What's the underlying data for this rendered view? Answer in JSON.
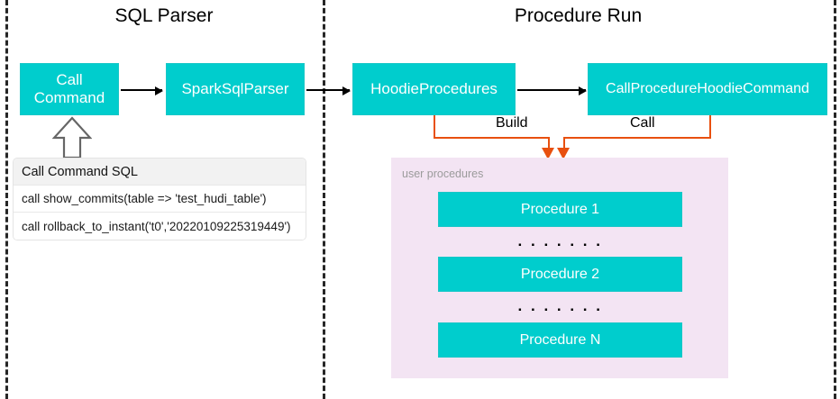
{
  "diagram": {
    "sections": [
      {
        "title": "SQL Parser"
      },
      {
        "title": "Procedure Run"
      }
    ],
    "nodes": {
      "call_command": "Call\nCommand",
      "call_command_line1": "Call",
      "call_command_line2": "Command",
      "spark_sql_parser": "SparkSqlParser",
      "hoodie_procedures": "HoodieProcedures",
      "call_procedure_hoodie_command": "CallProcedureHoodieCommand"
    },
    "edge_labels": {
      "build": "Build",
      "call": "Call"
    },
    "sql_table": {
      "header": "Call Command SQL",
      "rows": [
        "call show_commits(table => 'test_hudi_table')",
        "call rollback_to_instant('t0','20220109225319449')"
      ]
    },
    "user_procedures": {
      "label": "user procedures",
      "items": [
        "Procedure 1",
        "Procedure 2",
        "Procedure N"
      ],
      "ellipsis": ". . . . . . ."
    },
    "colors": {
      "teal": "#00cdcd",
      "orange": "#e8500f",
      "purple_panel": "#f3e4f3",
      "divider": "#262626",
      "label_gray": "#9b9b9b"
    }
  }
}
